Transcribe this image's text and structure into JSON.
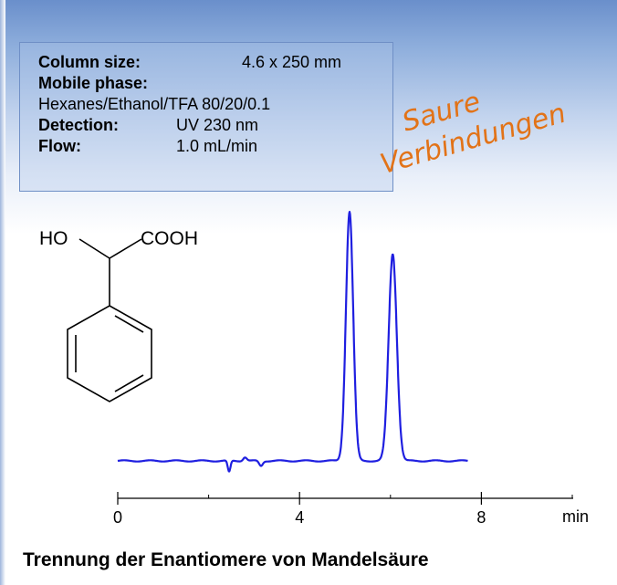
{
  "conditions": {
    "column_size_label": "Column size:",
    "column_size_value": "4.6 x 250 mm",
    "mobile_phase_label": "Mobile phase:",
    "mobile_phase_value": "Hexanes/Ethanol/TFA 80/20/0.1",
    "detection_label": "Detection:",
    "detection_value": "UV 230 nm",
    "flow_label": "Flow:",
    "flow_value": "1.0 mL/min"
  },
  "annotation": {
    "line1": "Saure",
    "line2": "Verbindungen"
  },
  "structure": {
    "ho_label": "HO",
    "cooh_label": "COOH"
  },
  "caption": "Trennung der Enantiomere von Mandelsäure",
  "colors": {
    "trace": "#1f1fe0",
    "annotation": "#e27318",
    "box_border": "#6f8fc6"
  },
  "chart_data": {
    "type": "line",
    "xlabel": "min",
    "ylabel": "",
    "xlim": [
      0,
      10
    ],
    "ylim": [
      0,
      100
    ],
    "x_ticks": [
      0,
      4,
      8
    ],
    "x_tick_labels": [
      "0",
      "4",
      "8"
    ],
    "x_minor_ticks": [
      2,
      6,
      10
    ],
    "baseline": 3,
    "series": [
      {
        "peaks": [
          {
            "x": 5.1,
            "height": 100,
            "width": 0.08
          },
          {
            "x": 6.05,
            "height": 83,
            "width": 0.09
          }
        ],
        "disturbances": [
          {
            "x": 2.45,
            "height": -4.5,
            "width": 0.03
          },
          {
            "x": 2.8,
            "height": 1.5,
            "width": 0.04
          },
          {
            "x": 3.15,
            "height": -2,
            "width": 0.04
          }
        ],
        "x_range": [
          0,
          7.7
        ]
      }
    ]
  }
}
